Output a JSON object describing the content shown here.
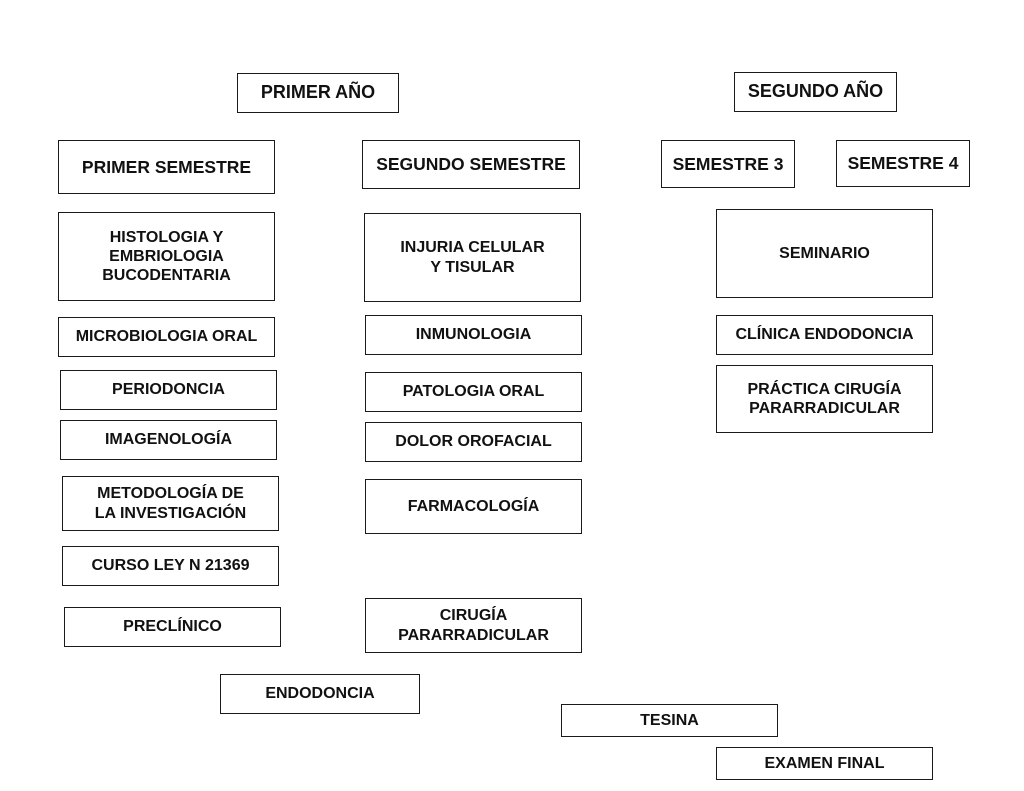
{
  "years": {
    "first": "PRIMER AÑO",
    "second": "SEGUNDO AÑO"
  },
  "semesters": {
    "s1": "PRIMER SEMESTRE",
    "s2": "SEGUNDO SEMESTRE",
    "s3": "SEMESTRE 3",
    "s4": "SEMESTRE 4"
  },
  "semester_1_courses": [
    "HISTOLOGIA Y\nEMBRIOLOGIA\nBUCODENTARIA",
    "MICROBIOLOGIA ORAL",
    "PERIODONCIA",
    "IMAGENOLOGÍA",
    "METODOLOGÍA DE\nLA INVESTIGACIÓN",
    "CURSO LEY N 21369",
    "PRECLÍNICO"
  ],
  "semester_2_courses": [
    "INJURIA CELULAR\nY TISULAR",
    "INMUNOLOGIA",
    "PATOLOGIA ORAL",
    "DOLOR OROFACIAL",
    "FARMACOLOGÍA",
    "CIRUGÍA\nPARARRADICULAR"
  ],
  "semester_3_courses": [
    "SEMINARIO",
    "CLÍNICA ENDODONCIA",
    "PRÁCTICA CIRUGÍA\nPARARRADICULAR"
  ],
  "first_year_capstone": "ENDODONCIA",
  "second_year_final": {
    "thesis": "TESINA",
    "exam": "EXAMEN FINAL"
  }
}
